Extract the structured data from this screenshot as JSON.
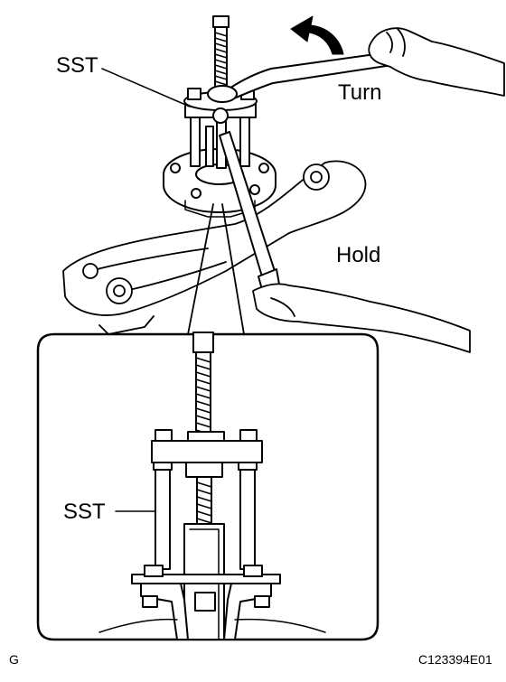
{
  "labels": {
    "sst_top": "SST",
    "turn": "Turn",
    "hold": "Hold",
    "sst_detail": "SST",
    "corner_letter": "G",
    "figure_code": "C123394E01"
  }
}
